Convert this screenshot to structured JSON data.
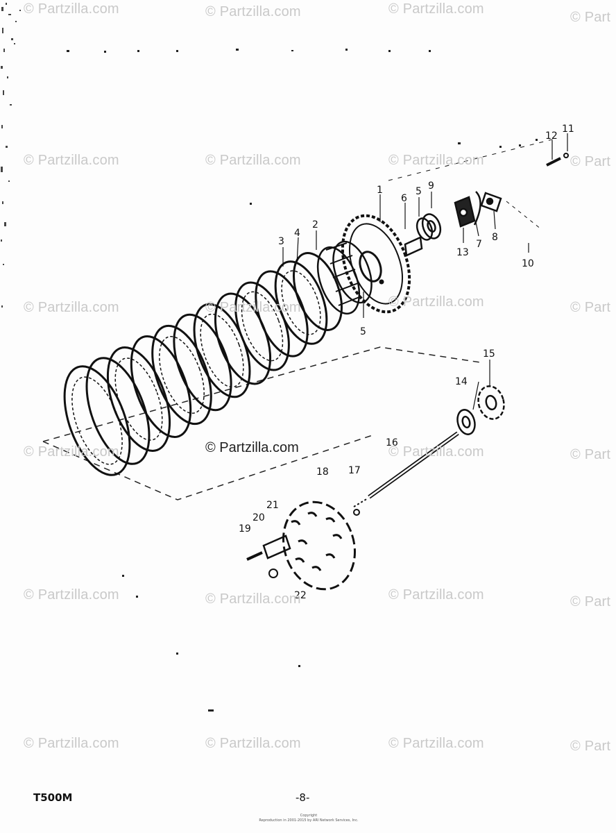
{
  "diagram": {
    "part_labels": [
      "1",
      "2",
      "3",
      "4",
      "5",
      "5",
      "6",
      "7",
      "8",
      "9",
      "10",
      "11",
      "12",
      "13",
      "14",
      "15",
      "16",
      "17",
      "18",
      "19",
      "20",
      "21",
      "22"
    ]
  },
  "watermark": {
    "text": "© Partzilla.com",
    "text_truncated": "© Part"
  },
  "footer": {
    "model_code": "T500M",
    "page_number": "-8-",
    "copyright_line1": "Copyright",
    "copyright_line2": "Reproduction in 2001-2015 by ARI Network Services, Inc."
  }
}
